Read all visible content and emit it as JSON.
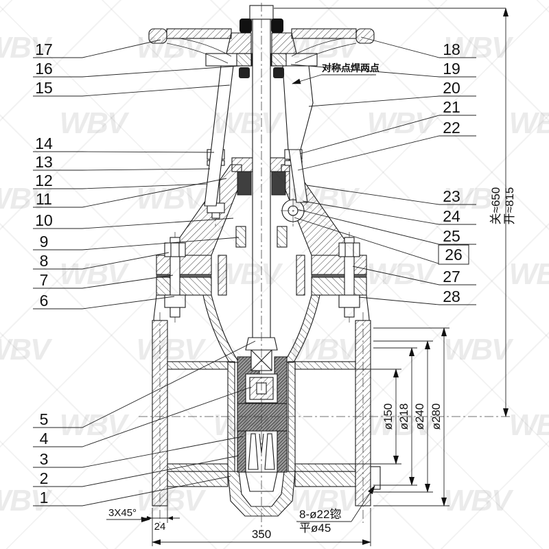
{
  "watermark": {
    "text": "WBV"
  },
  "note_weld": "对称点焊两点",
  "callouts_left": [
    "17",
    "16",
    "15",
    "14",
    "13",
    "12",
    "11",
    "10",
    "9",
    "8",
    "7",
    "6",
    "5",
    "4",
    "3",
    "2",
    "1"
  ],
  "callouts_right": [
    "18",
    "19",
    "20",
    "21",
    "22",
    "23",
    "24",
    "25",
    "26",
    "27",
    "28"
  ],
  "dims": {
    "closed_height": "关≈650",
    "open_height": "开≈815",
    "bore": "ø150",
    "raised_face": "ø218",
    "bolt_circle": "ø240",
    "flange_od": "ø280",
    "face_to_face": "350",
    "flange_thickness": "24",
    "chamfer": "3X45°",
    "bolt_holes": "8-ø22锪",
    "spot_face": "平ø45"
  }
}
